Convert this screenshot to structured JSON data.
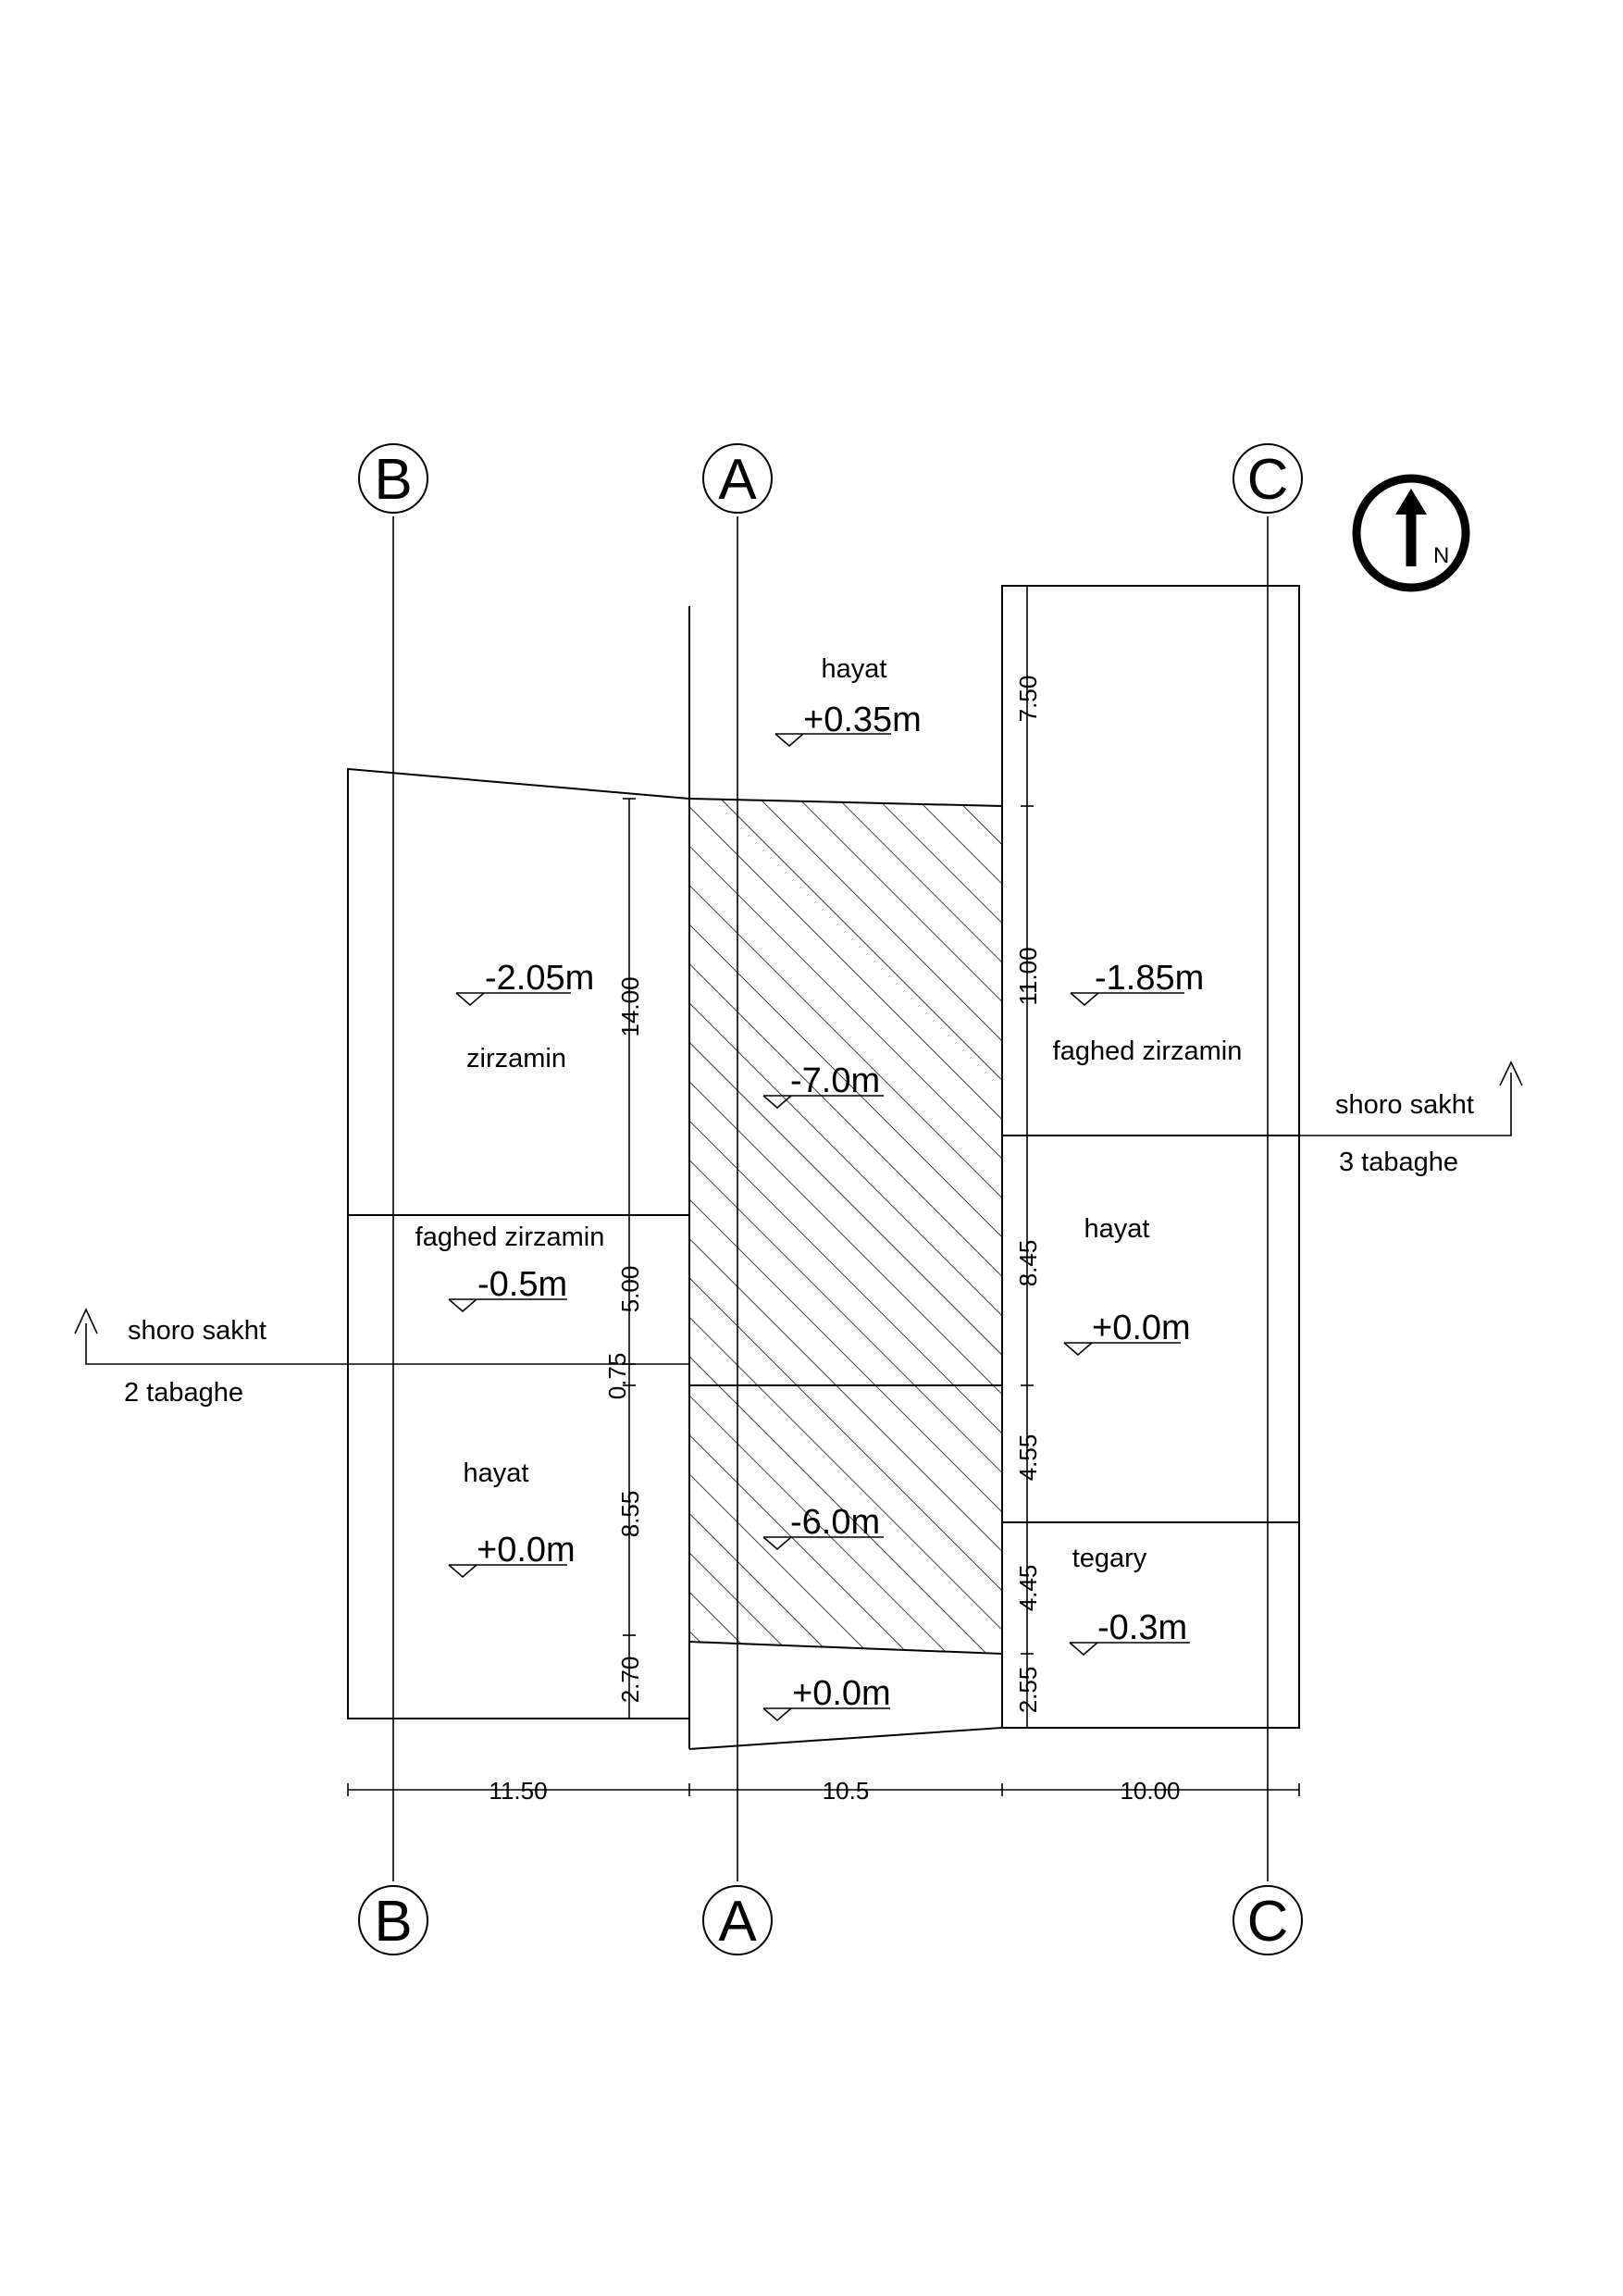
{
  "axes": {
    "top": [
      "B",
      "A",
      "C"
    ],
    "bottom": [
      "B",
      "A",
      "C"
    ]
  },
  "north_arrow": {
    "letter": "N"
  },
  "rooms": {
    "top_hayat": "hayat",
    "left_zirzamin": "zirzamin",
    "left_faghed": "faghed zirzamin",
    "left_hayat": "hayat",
    "right_faghed": "faghed zirzamin",
    "right_hayat": "hayat",
    "right_tegary": "tegary"
  },
  "levels": {
    "top_hayat": "+0.35m",
    "left_zirzamin": "-2.05m",
    "left_faghed": "-0.5m",
    "left_hayat": "+0.0m",
    "pit_upper": "-7.0m",
    "pit_lower": "-6.0m",
    "bottom_strip": "+0.0m",
    "right_faghed": "-1.85m",
    "right_hayat": "+0.0m",
    "right_tegary": "-0.3m"
  },
  "sections": {
    "left": {
      "line1": "shoro sakht",
      "line2": "2 tabaghe"
    },
    "right": {
      "line1": "shoro sakht",
      "line2": "3 tabaghe"
    }
  },
  "dimensions": {
    "left_vertical": [
      "14.00",
      "5.00",
      "0.75",
      "8.55",
      "2.70"
    ],
    "right_vertical": [
      "7.50",
      "11.00",
      "8.45",
      "4.55",
      "4.45",
      "2.55"
    ],
    "bottom_horizontal": [
      "11.50",
      "10.5",
      "10.00"
    ]
  },
  "colors": {
    "line": "#000000",
    "background": "#ffffff"
  }
}
